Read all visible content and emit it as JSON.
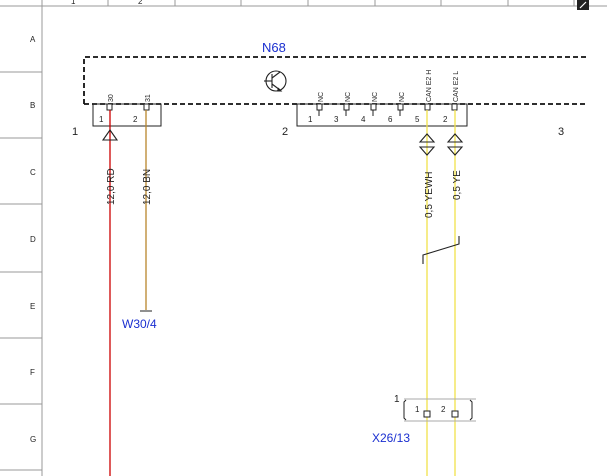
{
  "component_id": "N68",
  "row_labels": [
    "A",
    "B",
    "C",
    "D",
    "E",
    "F",
    "G"
  ],
  "top_ruler_numbers": [
    "1",
    "2"
  ],
  "connector_numbers": [
    "1",
    "2",
    "3"
  ],
  "left_pins": [
    {
      "number": "1",
      "name": "30"
    },
    {
      "number": "2",
      "name": "31"
    }
  ],
  "right_pins": [
    {
      "number": "1",
      "name": "NC"
    },
    {
      "number": "3",
      "name": "NC"
    },
    {
      "number": "4",
      "name": "NC"
    },
    {
      "number": "6",
      "name": "NC"
    },
    {
      "number": "5",
      "name": "CAN E2 H"
    },
    {
      "number": "2",
      "name": "CAN E2 L"
    }
  ],
  "wires": [
    {
      "label": "12,0 RD",
      "color": "#cc0000"
    },
    {
      "label": "12,0 BN",
      "color": "#b8862b"
    },
    {
      "label": "0,5 YEWH",
      "color": "#f2e24a"
    },
    {
      "label": "0,5 YE",
      "color": "#f2e24a"
    }
  ],
  "ground_ref": "W30/4",
  "connector_ref": "X26/13",
  "connector_ref_number": "1",
  "connector_pins": [
    "1",
    "2"
  ]
}
